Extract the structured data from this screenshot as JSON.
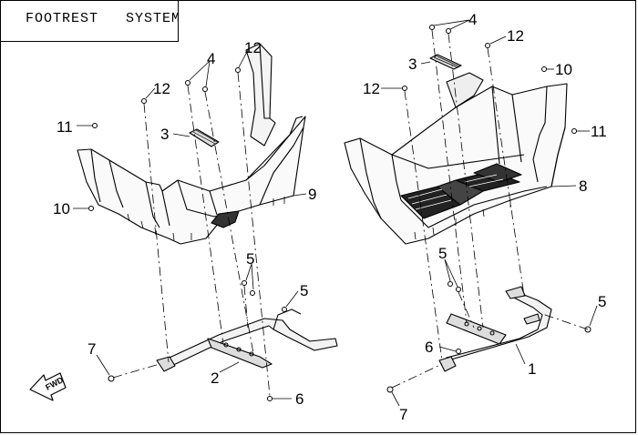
{
  "title": "FOOTREST   SYSTEM",
  "fwd_label": "FWD",
  "callouts": {
    "c1": "1",
    "c2": "2",
    "c3a": "3",
    "c3b": "3",
    "c4a": "4",
    "c4b": "4",
    "c5a": "5",
    "c5b": "5",
    "c5c": "5",
    "c5d": "5",
    "c6a": "6",
    "c6b": "6",
    "c7a": "7",
    "c7b": "7",
    "c8": "8",
    "c9": "9",
    "c10a": "10",
    "c10b": "10",
    "c11a": "11",
    "c11b": "11",
    "c12a": "12",
    "c12b": "12",
    "c12c": "12",
    "c12d": "12"
  }
}
